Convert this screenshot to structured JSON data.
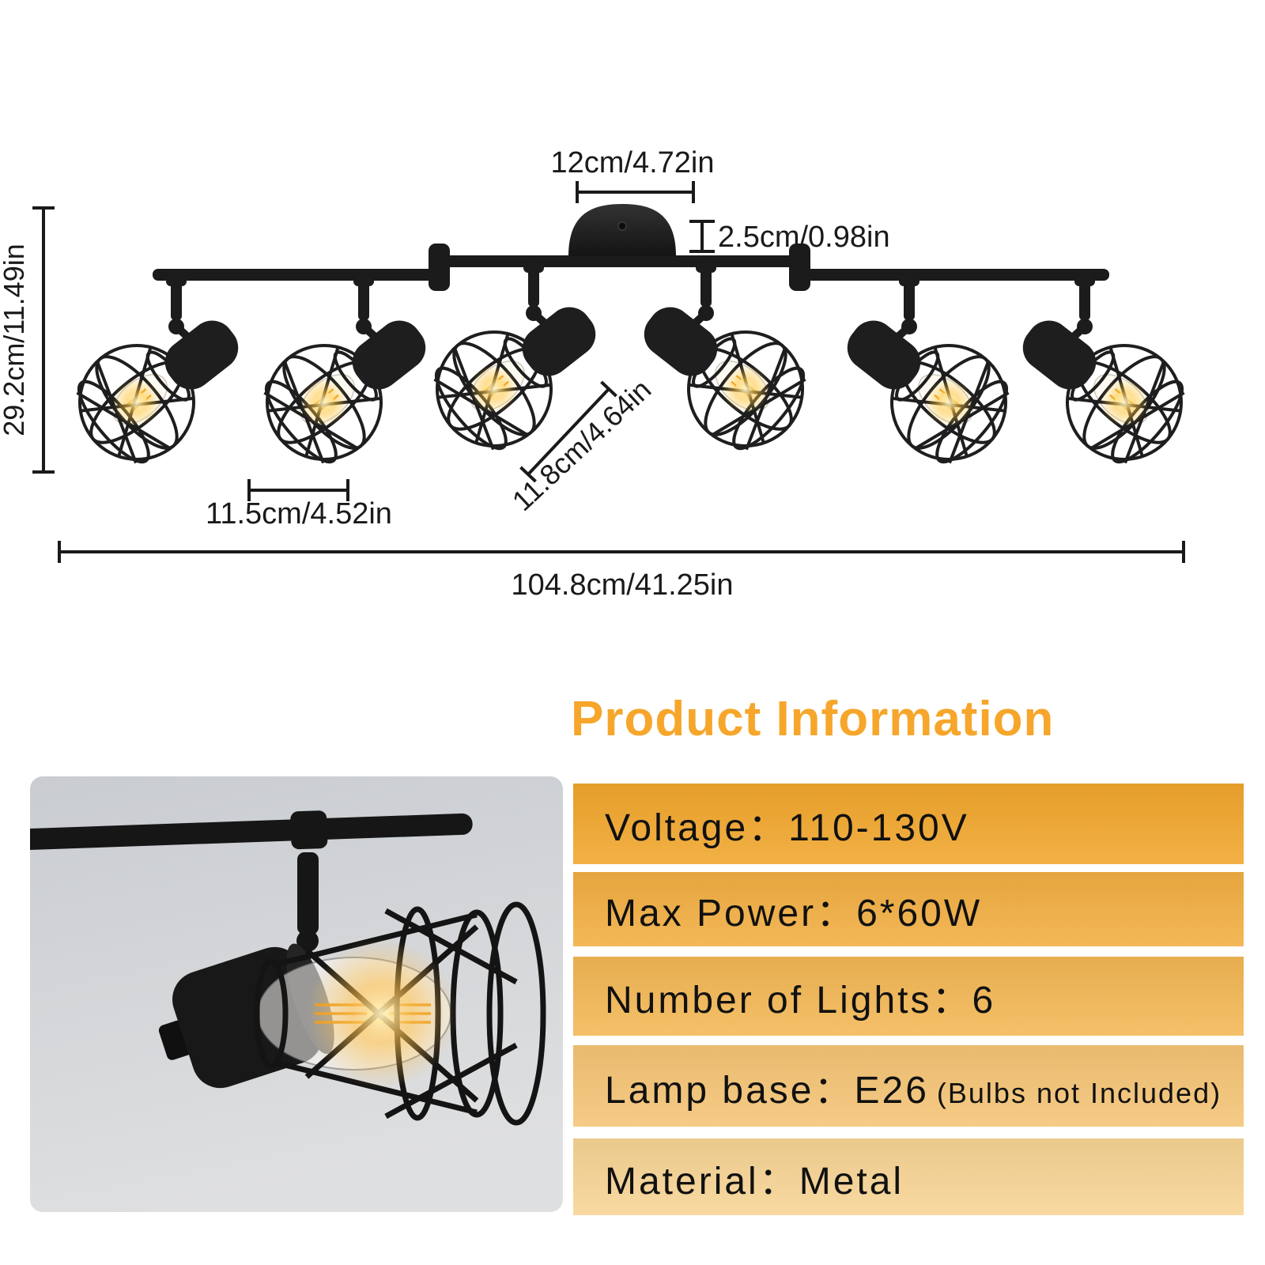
{
  "product_diagram": {
    "dimensions": {
      "canopy_width": "12cm/4.72in",
      "canopy_height": "2.5cm/0.98in",
      "head_height": "29.2cm/11.49in",
      "shade_width": "11.5cm/4.52in",
      "shade_depth": "11.8cm/4.64in",
      "track_length": "104.8cm/41.25in"
    }
  },
  "product_info": {
    "title": "Product Information",
    "rows": [
      {
        "text": "Voltage：110-130V",
        "note": ""
      },
      {
        "text": "Max Power：6*60W",
        "note": ""
      },
      {
        "text": "Number of Lights：6",
        "note": ""
      },
      {
        "text": "Lamp base：E26",
        "note": "(Bulbs not Included)"
      },
      {
        "text": "Material：Metal",
        "note": ""
      }
    ]
  },
  "colors": {
    "accent_orange": "#F6A62B",
    "row_colors": [
      "#F1A62C",
      "#F2AE41",
      "#F3B754",
      "#F5C475",
      "#F7D494"
    ],
    "fixture_black": "#1B1B1B",
    "photo_bg_top": "#C9CCD1",
    "photo_bg_bottom": "#DEDFE0"
  }
}
